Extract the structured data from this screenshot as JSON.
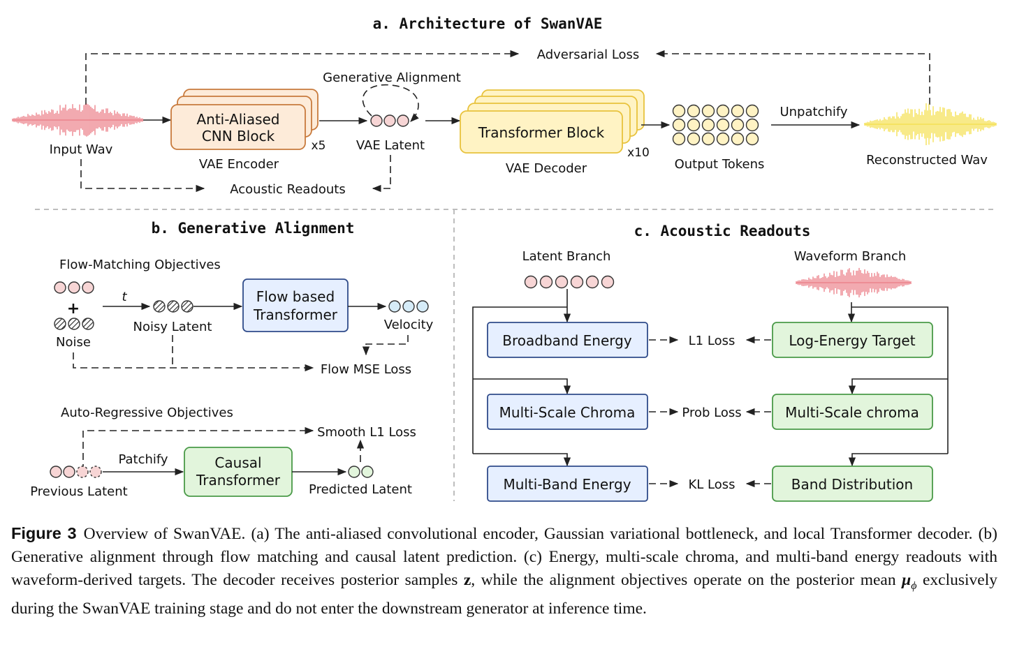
{
  "panel_a": {
    "title": "a. Architecture of SwanVAE",
    "input_wav": "Input Wav",
    "adversarial_loss": "Adversarial Loss",
    "encoder_block_line1": "Anti-Aliased",
    "encoder_block_line2": "CNN Block",
    "encoder_repeat": "x5",
    "encoder_label": "VAE Encoder",
    "generative_alignment": "Generative Alignment",
    "vae_latent": "VAE Latent",
    "decoder_block": "Transformer Block",
    "decoder_repeat": "x10",
    "decoder_label": "VAE Decoder",
    "output_tokens": "Output Tokens",
    "unpatchify": "Unpatchify",
    "reconstructed_wav": "Reconstructed Wav",
    "acoustic_readouts": "Acoustic Readouts"
  },
  "panel_b": {
    "title": "b. Generative Alignment",
    "flow_objectives": "Flow-Matching Objectives",
    "plus": "+",
    "noise": "Noise",
    "t": "t",
    "noisy_latent": "Noisy Latent",
    "flow_box_line1": "Flow based",
    "flow_box_line2": "Transformer",
    "velocity": "Velocity",
    "flow_mse_loss": "Flow MSE Loss",
    "ar_objectives": "Auto-Regressive Objectives",
    "smooth_l1_loss": "Smooth L1 Loss",
    "patchify": "Patchify",
    "causal_line1": "Causal",
    "causal_line2": "Transformer",
    "previous_latent": "Previous Latent",
    "predicted_latent": "Predicted Latent"
  },
  "panel_c": {
    "title": "c. Acoustic Readouts",
    "latent_branch": "Latent Branch",
    "waveform_branch": "Waveform Branch",
    "left_boxes": [
      "Broadband Energy",
      "Multi-Scale Chroma",
      "Multi-Band Energy"
    ],
    "losses": [
      "L1 Loss",
      "Prob Loss",
      "KL Loss"
    ],
    "right_boxes": [
      "Log-Energy Target",
      "Multi-Scale chroma",
      "Band Distribution"
    ]
  },
  "caption": {
    "label": "Figure 3",
    "text_1": "Overview of SwanVAE. (a) The anti-aliased convolutional encoder, Gaussian variational bottleneck, and local Transformer decoder. (b) Generative alignment through flow matching and causal latent prediction. (c) Energy, multi-scale chroma, and multi-band energy readouts with waveform-derived targets. The decoder receives posterior samples ",
    "z": "z",
    "text_2": ", while the alignment objectives operate on the posterior mean ",
    "mu": "μ",
    "phi": "ϕ",
    "text_3": " exclusively during the SwanVAE training stage and do not enter the downstream generator at inference time."
  },
  "colors": {
    "encoder_fill": "#fdebd9",
    "encoder_stroke": "#c87a3c",
    "decoder_fill": "#fff3c4",
    "decoder_stroke": "#e8c23c",
    "blue_fill": "#e6efff",
    "blue_stroke": "#2f4b8a",
    "green_fill": "#e2f5dc",
    "green_stroke": "#4a9a48",
    "pink_token": "#f7d5d5",
    "red_wave": "#e8707a",
    "yellow_wave": "#f2dc3a",
    "velocity_token": "#d6ecf8"
  }
}
